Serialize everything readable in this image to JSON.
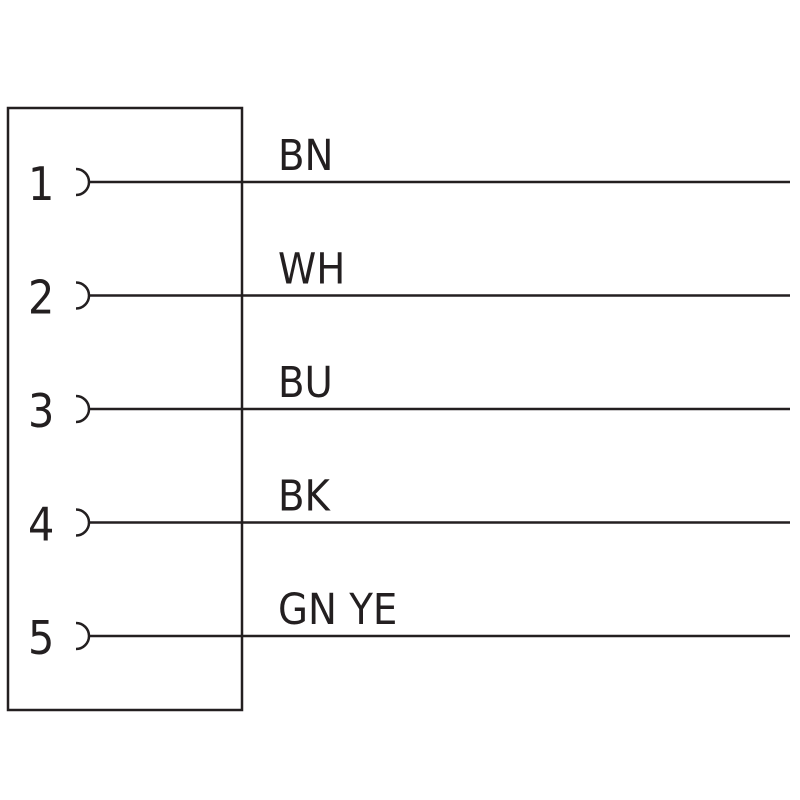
{
  "connector": {
    "pins": [
      {
        "number": "1",
        "wire_color": "BN"
      },
      {
        "number": "2",
        "wire_color": "WH"
      },
      {
        "number": "3",
        "wire_color": "BU"
      },
      {
        "number": "4",
        "wire_color": "BK"
      },
      {
        "number": "5",
        "wire_color": "GN YE"
      }
    ]
  },
  "colors": {
    "line": "#231f20",
    "background": "#ffffff"
  }
}
